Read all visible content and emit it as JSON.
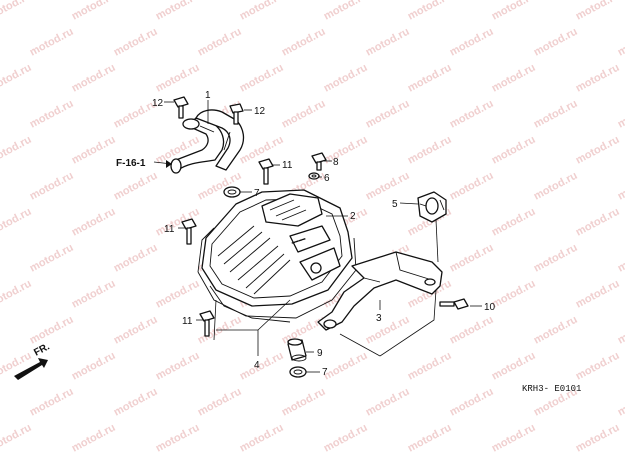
{
  "watermark": {
    "text": "motod.ru"
  },
  "reference": {
    "label": "F-16-1"
  },
  "front_marker": {
    "label": "FR."
  },
  "diagram_code": "KRH3- E0101",
  "callouts": {
    "c1": "1",
    "c2": "2",
    "c3": "3",
    "c4": "4",
    "c5": "5",
    "c6": "6",
    "c7a": "7",
    "c7b": "7",
    "c8": "8",
    "c9": "9",
    "c10": "10",
    "c11a": "11",
    "c11b": "11",
    "c11c": "11",
    "c12a": "12",
    "c12b": "12"
  },
  "colors": {
    "line": "#111111",
    "watermark": "#f0cfcf",
    "background": "#ffffff"
  }
}
